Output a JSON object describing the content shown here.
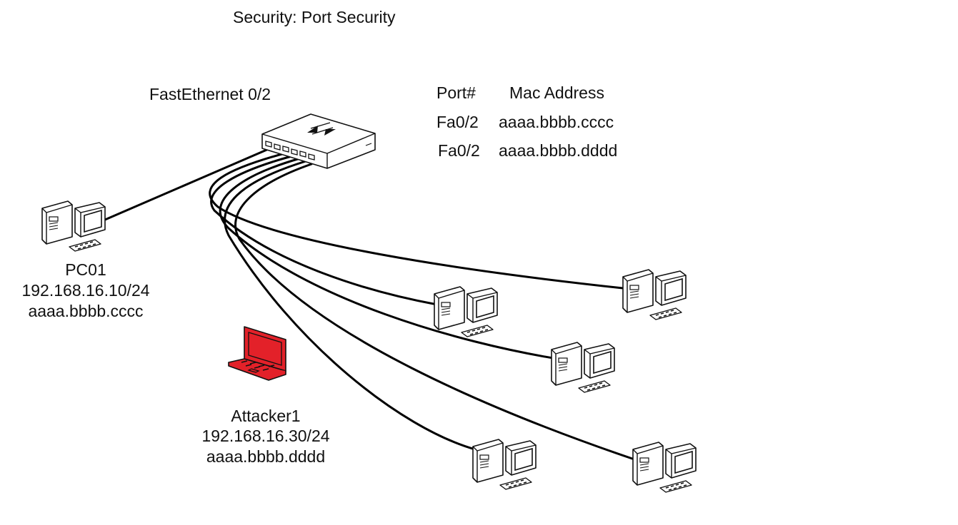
{
  "title": "Security: Port Security",
  "switch_port_label": "FastEthernet 0/2",
  "mac_table": {
    "headers": {
      "port": "Port#",
      "mac": "Mac Address"
    },
    "rows": [
      {
        "port": "Fa0/2",
        "mac": "aaaa.bbbb.cccc"
      },
      {
        "port": "Fa0/2",
        "mac": "aaaa.bbbb.dddd"
      }
    ]
  },
  "pc01": {
    "name": "PC01",
    "ip": "192.168.16.10/24",
    "mac": "aaaa.bbbb.cccc"
  },
  "attacker": {
    "name": "Attacker1",
    "ip": "192.168.16.30/24",
    "mac": "aaaa.bbbb.dddd",
    "color": "#e32129"
  },
  "icons": {
    "switch": "network-switch-icon",
    "pc": "desktop-computer-icon",
    "laptop": "laptop-icon"
  }
}
